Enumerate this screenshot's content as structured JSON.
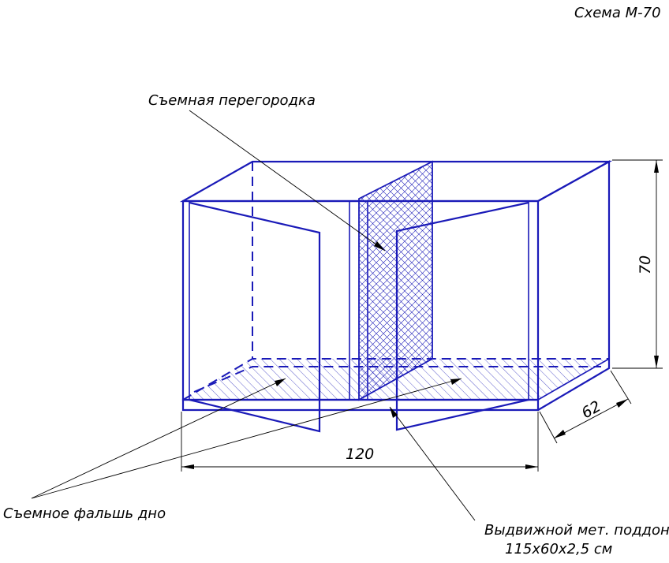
{
  "title": "Схема М-70",
  "labels": {
    "partition": "Съемная перегородка",
    "false_bottom": "Съемное фальшь дно",
    "tray_line1": "Выдвижной мет. поддон",
    "tray_line2": "115х60х2,5 см"
  },
  "dimensions": {
    "length": "120",
    "height": "70",
    "depth": "62"
  },
  "colors": {
    "outline": "#1a1ab8",
    "leader": "#000000"
  }
}
